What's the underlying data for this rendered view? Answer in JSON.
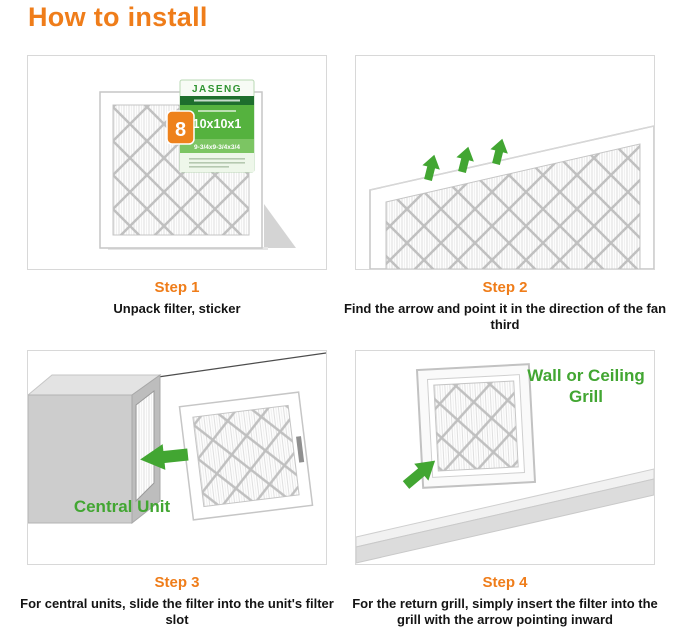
{
  "title": "How to install",
  "colors": {
    "accent_orange": "#ef7d1a",
    "accent_green": "#42a632",
    "label_green": "#55b23e",
    "label_dark_green": "#1e6f2d",
    "caption_text": "#141414",
    "panel_border": "#d8d8d8"
  },
  "steps": [
    {
      "label": "Step 1",
      "caption": "Unpack filter, sticker"
    },
    {
      "label": "Step 2",
      "caption": "Find the arrow and point it in the direction of the fan third"
    },
    {
      "label": "Step 3",
      "caption": "For central units, slide the filter into the unit's filter slot"
    },
    {
      "label": "Step 4",
      "caption": "For the return grill, simply insert the filter into the grill with the arrow pointing inward"
    }
  ],
  "panel1": {
    "label": {
      "brand": "JASENG",
      "size": "10x10x1",
      "actual_size": "9-3/4x9-3/4x3/4",
      "badge": "8"
    }
  },
  "panel3": {
    "unit_label": "Central Unit"
  },
  "panel4": {
    "grill_label": "Wall or Ceiling Grill"
  }
}
